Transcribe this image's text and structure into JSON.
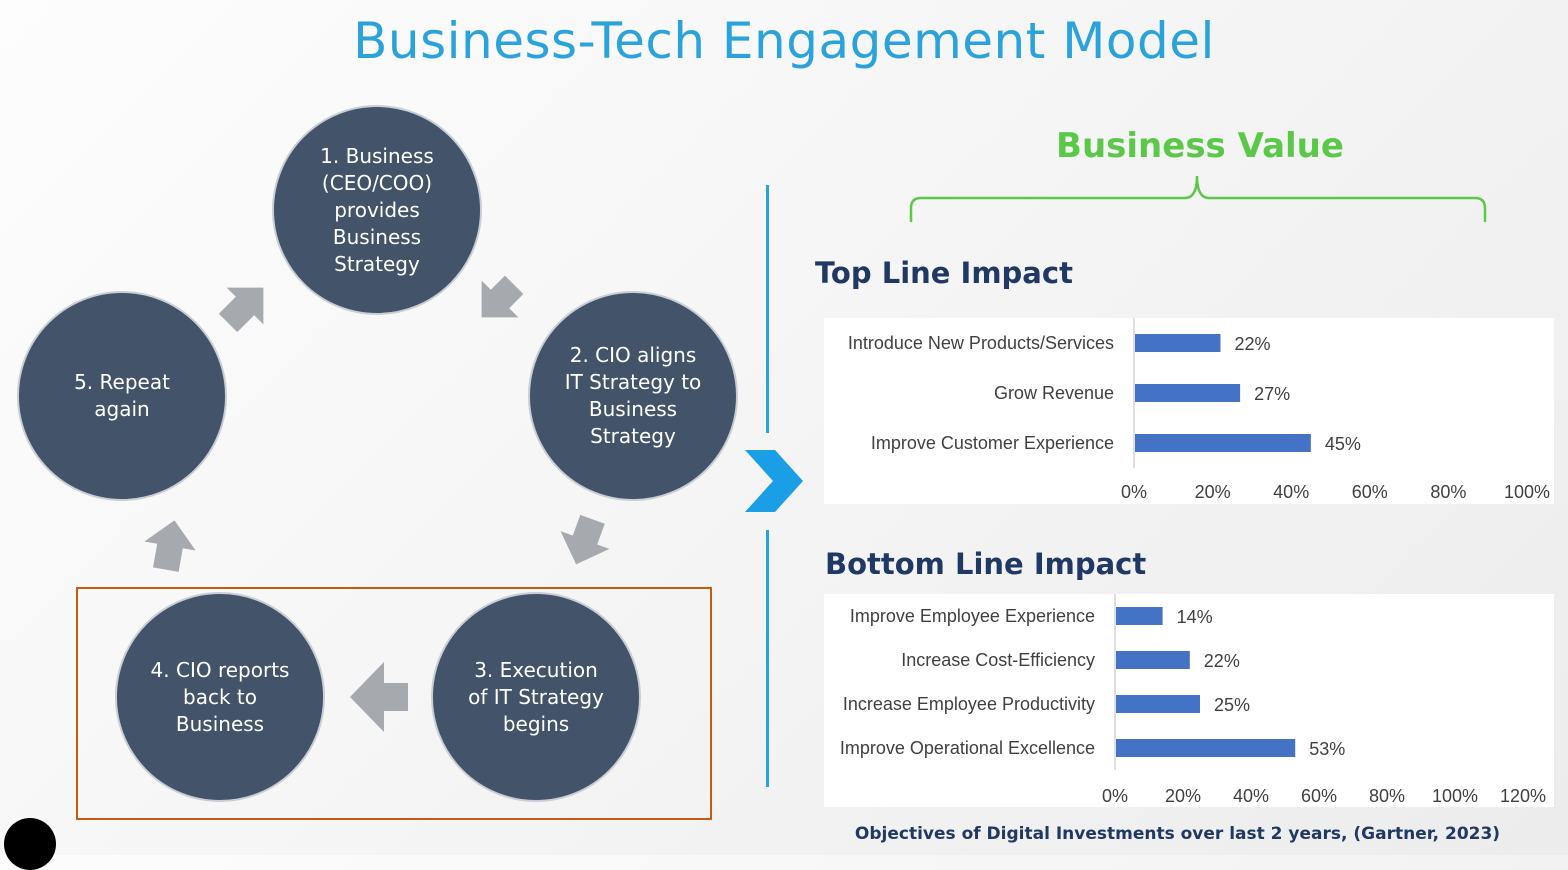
{
  "title": "Business-Tech Engagement Model",
  "cycle": {
    "steps": [
      {
        "label": "1. Business\n(CEO/COO)\nprovides\nBusiness\nStrategy"
      },
      {
        "label": "2. CIO aligns\nIT Strategy to\nBusiness\nStrategy"
      },
      {
        "label": "3. Execution\nof IT Strategy\nbegins"
      },
      {
        "label": "4. CIO reports\nback to\nBusiness"
      },
      {
        "label": "5. Repeat\nagain"
      }
    ],
    "node_color": "#435369",
    "arrow_color": "#a6a9ad",
    "highlight_color": "#c55a11"
  },
  "business_value": {
    "title": "Business Value",
    "color": "#5cc84a"
  },
  "top_line": {
    "title": "Top Line Impact"
  },
  "bottom_line": {
    "title": "Bottom Line Impact"
  },
  "chart_data": [
    {
      "type": "bar",
      "orientation": "horizontal",
      "title": "Top Line Impact",
      "categories": [
        "Introduce New Products/Services",
        "Grow Revenue",
        "Improve Customer Experience"
      ],
      "values": [
        22,
        27,
        45
      ],
      "value_labels": [
        "22%",
        "27%",
        "45%"
      ],
      "xlim": [
        0,
        100
      ],
      "ticks": [
        "0%",
        "20%",
        "40%",
        "60%",
        "80%",
        "100%"
      ],
      "grid": false,
      "bar_color": "#4472c4"
    },
    {
      "type": "bar",
      "orientation": "horizontal",
      "title": "Bottom Line Impact",
      "categories": [
        "Improve Employee Experience",
        "Increase Cost-Efficiency",
        "Increase Employee Productivity",
        "Improve Operational Excellence"
      ],
      "values": [
        14,
        22,
        25,
        53
      ],
      "value_labels": [
        "14%",
        "22%",
        "25%",
        "53%"
      ],
      "xlim": [
        0,
        120
      ],
      "ticks": [
        "0%",
        "20%",
        "40%",
        "60%",
        "80%",
        "100%",
        "120%"
      ],
      "grid": false,
      "bar_color": "#4472c4"
    }
  ],
  "footer": "Objectives of Digital Investments over last 2 years, (Gartner, 2023)",
  "colors": {
    "title": "#2aa3dc",
    "heading": "#1f3864",
    "divider": "#2aa3dc"
  }
}
